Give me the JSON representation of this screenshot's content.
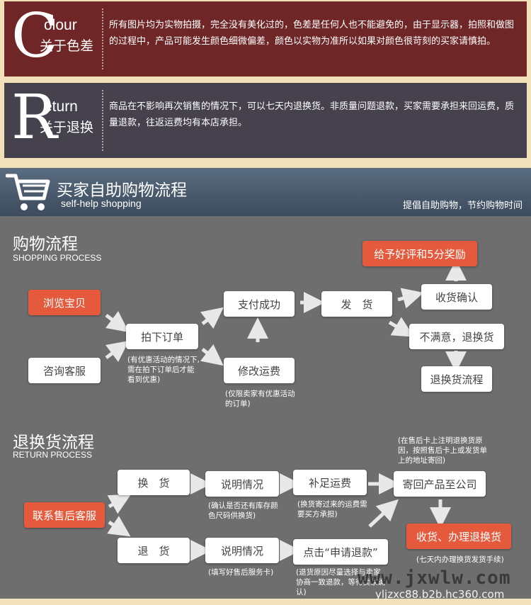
{
  "colour_notice": {
    "initial": "C",
    "word": "olour",
    "title_cn": "关于色差",
    "text": "所有图片均为实物拍摄，完全没有美化过的，色差是任何人也不能避免的，由于显示器，拍照和做图的过程中，产品可能发生颜色细微偏差，颜色以实物为准所以如果对颜色很苛刻的买家请慎拍。"
  },
  "return_notice": {
    "initial": "R",
    "word": "eturn",
    "title_cn": "关于退换",
    "text": "商品在不影响再次销售的情况下，可以七天内退换货。非质量问题退款，买家需要承担来回运费，质量退款，往返运费均有本店承担。"
  },
  "banner": {
    "title": "买家自助购物流程",
    "subtitle": "self-help shopping",
    "slogan": "提倡自助购物，节约购物时间",
    "icon": "shopping-cart-icon"
  },
  "shopping": {
    "heading": "购物流程",
    "heading_en": "SHOPPING PROCESS",
    "browse": "浏览宝贝",
    "consult": "咨询客服",
    "order": "拍下订单",
    "order_note": "(有优惠活动的情况下,需在拍下订单后才能看到优惠)",
    "pay": "支付成功",
    "modify": "修改运费",
    "modify_note": "(仅限卖家有优惠活动的订单)",
    "ship": "发　货",
    "confirm": "收货确认",
    "reward": "给予好评和5分奖励",
    "unsatisfied": "不满意，退换货",
    "return_flow": "退换货流程"
  },
  "returns": {
    "heading": "退换货流程",
    "heading_en": "RETURN PROCESS",
    "contact": "联系售后客服",
    "exchange": "换　货",
    "refund": "退　货",
    "explain1": "说明情况",
    "explain1_note": "(确认是否还有库存颜色尺码供换货)",
    "explain2": "说明情况",
    "explain2_note": "(填写好售后服务卡)",
    "shipping_fee": "补足运费",
    "shipping_fee_note": "(换货寄过来的运费需要买方承担)",
    "apply_refund": "点击“申请退款”",
    "apply_refund_note": "(退货原因尽量选择与卖家协商一致退款，等待卖家确认)",
    "send_back": "寄回产品至公司",
    "send_back_note": "(在售后卡上注明退换货原因，按照售后卡上或发货单上的地址寄回)",
    "finish": "收货、办理退换货",
    "finish_note": "(七天内办理换货发货手续)"
  },
  "watermark": {
    "text": "www.jxwlw.com",
    "url": "yljzxc88.b2b.hc360.com"
  },
  "colors": {
    "accent": "#e55a3c",
    "colour_bg": "#6f2626",
    "return_bg": "#45414d",
    "panel": "#6e6e6e"
  }
}
